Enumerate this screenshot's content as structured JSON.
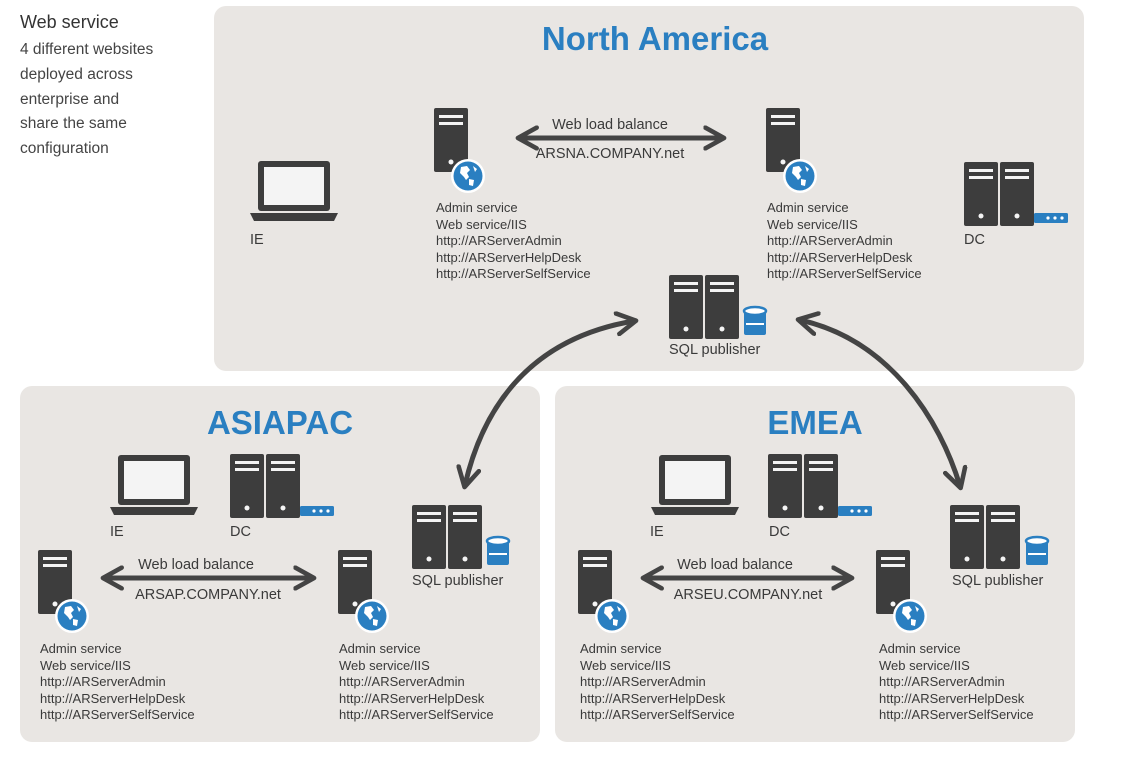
{
  "intro": {
    "title": "Web service",
    "lines": [
      "4 different websites",
      "deployed across",
      "enterprise and",
      "share the same",
      "configuration"
    ]
  },
  "regions": {
    "na": {
      "title": "North America",
      "ie": "IE",
      "dc": "DC",
      "sql": "SQL publisher",
      "lb_top": "Web load balance",
      "lb_bottom": "ARSNA.COMPANY.net",
      "left_service": [
        "Admin service",
        "Web service/IIS",
        "http://ARServerAdmin",
        "http://ARServerHelpDesk",
        "http://ARServerSelfService"
      ],
      "right_service": [
        "Admin service",
        "Web service/IIS",
        "http://ARServerAdmin",
        "http://ARServerHelpDesk",
        "http://ARServerSelfService"
      ]
    },
    "ap": {
      "title": "ASIAPAC",
      "ie": "IE",
      "dc": "DC",
      "sql": "SQL publisher",
      "lb_top": "Web load balance",
      "lb_bottom": "ARSAP.COMPANY.net",
      "left_service": [
        "Admin service",
        "Web service/IIS",
        "http://ARServerAdmin",
        "http://ARServerHelpDesk",
        "http://ARServerSelfService"
      ],
      "right_service": [
        "Admin service",
        "Web service/IIS",
        "http://ARServerAdmin",
        "http://ARServerHelpDesk",
        "http://ARServerSelfService"
      ]
    },
    "emea": {
      "title": "EMEA",
      "ie": "IE",
      "dc": "DC",
      "sql": "SQL publisher",
      "lb_top": "Web load balance",
      "lb_bottom": "ARSEU.COMPANY.net",
      "left_service": [
        "Admin service",
        "Web service/IIS",
        "http://ARServerAdmin",
        "http://ARServerHelpDesk",
        "http://ARServerSelfService"
      ],
      "right_service": [
        "Admin service",
        "Web service/IIS",
        "http://ARServerAdmin",
        "http://ARServerHelpDesk",
        "http://ARServerSelfService"
      ]
    }
  },
  "colors": {
    "panel": "#e9e6e3",
    "title": "#2a7fc1",
    "icon_dark": "#3d3d3d",
    "globe": "#2a7fc1",
    "arrow": "#444444"
  },
  "icons": [
    "laptop-icon",
    "server-icon",
    "web-server-globe-icon",
    "domain-controller-icon",
    "sql-server-database-icon"
  ]
}
